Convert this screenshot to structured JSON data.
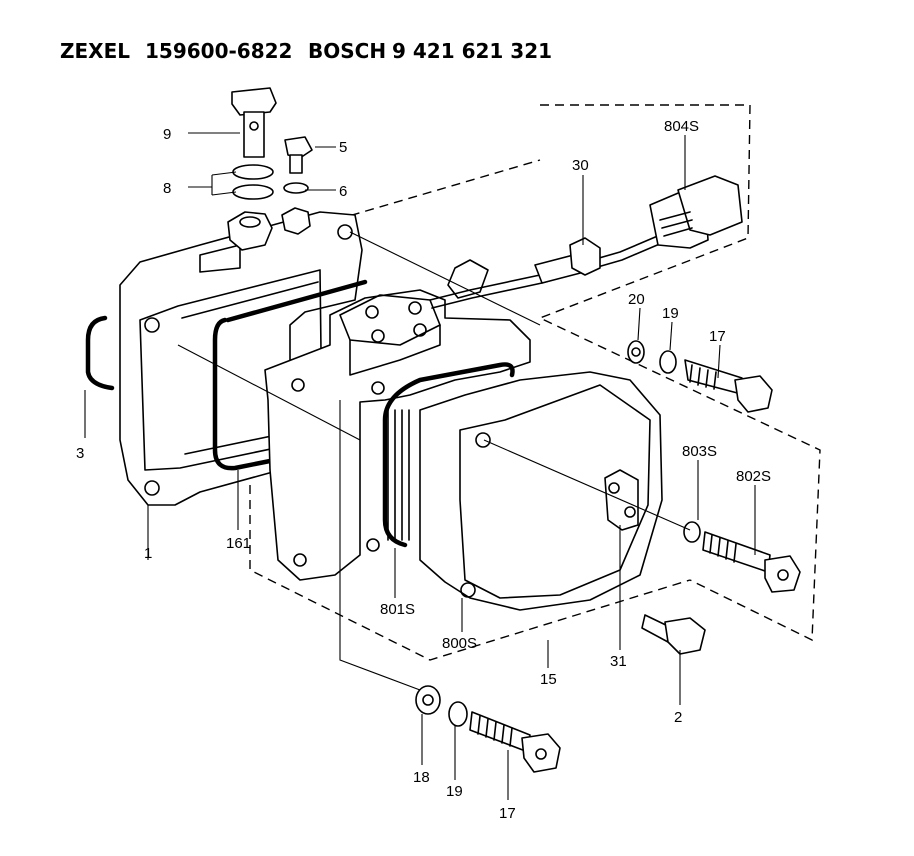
{
  "header": {
    "zexel_brand": "ZEXEL",
    "zexel_number": "159600-6822",
    "bosch_brand": "BOSCH",
    "bosch_number": "9 421 621 321"
  },
  "callouts": {
    "c9": "9",
    "c8": "8",
    "c5": "5",
    "c6": "6",
    "c30": "30",
    "c804s": "804S",
    "c20": "20",
    "c19a": "19",
    "c17a": "17",
    "c3": "3",
    "c161": "161",
    "c1": "1",
    "c803s": "803S",
    "c802s": "802S",
    "c801s": "801S",
    "c800s": "800S",
    "c15": "15",
    "c31": "31",
    "c2": "2",
    "c18": "18",
    "c19b": "19",
    "c17b": "17"
  }
}
